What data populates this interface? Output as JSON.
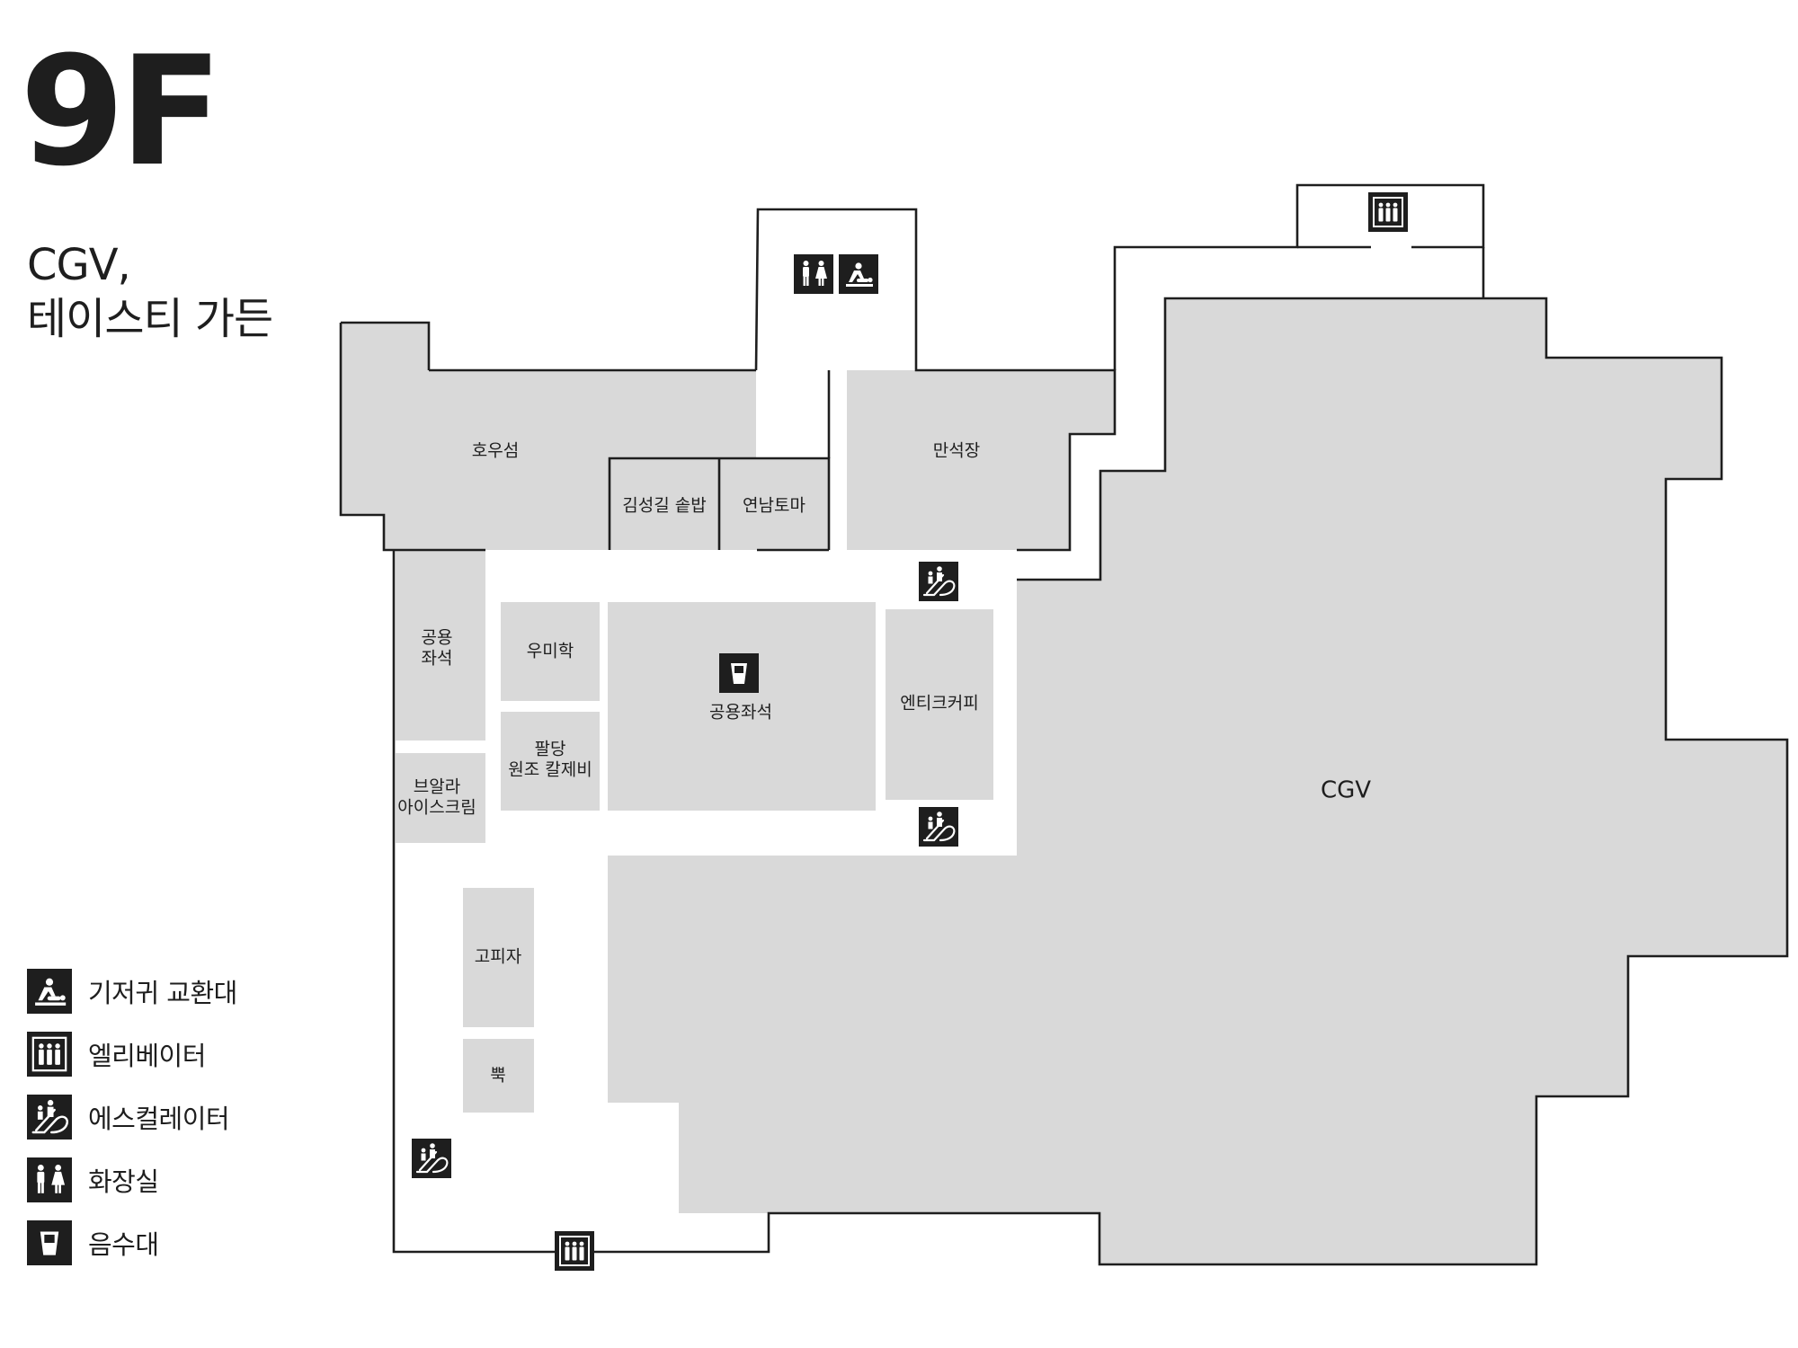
{
  "floor": {
    "title": "9F",
    "subtitle_lines": [
      "CGV,",
      "테이스티 가든"
    ]
  },
  "map": {
    "background_color": "#ffffff",
    "unit_color": "#d9d9d9",
    "wall_color": "#1e1e1e",
    "units": {
      "howoosum": "호우섬",
      "kimsunggil": "김성길 솥밥",
      "yeonnamtoma": "연남토마",
      "mansukjang": "만석장",
      "public_seating_small": [
        "공용",
        "좌석"
      ],
      "umihak": "우미학",
      "paldang": [
        "팔당",
        "원조 칼제비"
      ],
      "public_seating_main": "공용좌석",
      "entique": "엔티크커피",
      "braum": [
        "브알라",
        "아이스크림"
      ],
      "gopizza": "고피자",
      "ppuk": "뿍",
      "cgv": "CGV"
    },
    "icons_on_map": [
      "restroom-icon",
      "diaper-changing-icon",
      "elevator-icon",
      "escalator-icon",
      "escalator-icon",
      "water-fountain-icon",
      "escalator-icon",
      "elevator-icon"
    ]
  },
  "legend": [
    {
      "icon": "diaper-changing-icon",
      "label": "기저귀 교환대"
    },
    {
      "icon": "elevator-icon",
      "label": "엘리베이터"
    },
    {
      "icon": "escalator-icon",
      "label": "에스컬레이터"
    },
    {
      "icon": "restroom-icon",
      "label": "화장실"
    },
    {
      "icon": "water-fountain-icon",
      "label": "음수대"
    }
  ]
}
